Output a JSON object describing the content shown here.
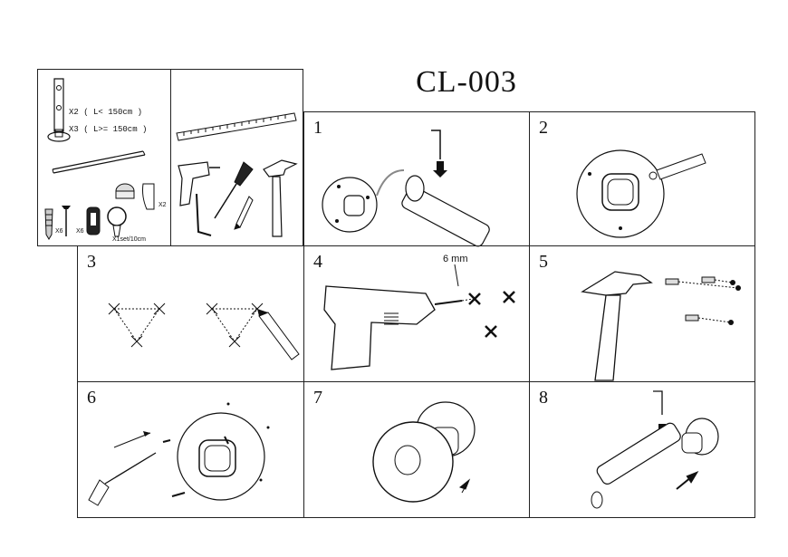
{
  "title": "CL-003",
  "parts": {
    "qty_short": "X2 ( L< 150cm )",
    "qty_long": "X3 ( L>= 150cm )",
    "endcap_qty": "X2",
    "anchor_qty": "X6",
    "screw_qty": "X6",
    "ring_qty": "X1set/10cm"
  },
  "steps": [
    {
      "number": "1"
    },
    {
      "number": "2"
    },
    {
      "number": "3"
    },
    {
      "number": "4",
      "drill_size": "6 mm"
    },
    {
      "number": "5"
    },
    {
      "number": "6"
    },
    {
      "number": "7"
    },
    {
      "number": "8"
    }
  ],
  "icons": [
    "bracket-icon",
    "rod-icon",
    "end-cap-icon",
    "anchor-icon",
    "screw-icon",
    "ring-icon",
    "ruler-icon",
    "drill-icon",
    "screwdriver-icon",
    "hammer-icon",
    "pencil-icon",
    "hex-key-icon"
  ]
}
